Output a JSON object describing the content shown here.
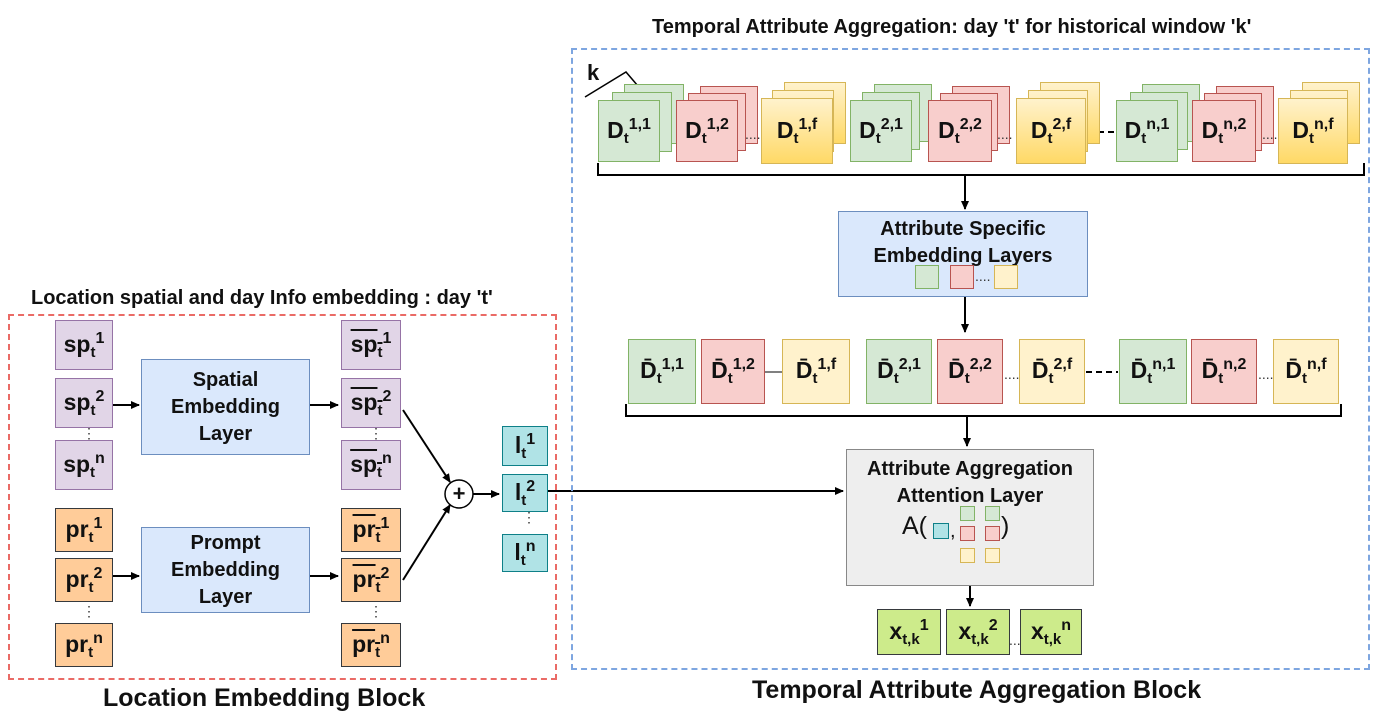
{
  "colors": {
    "location_border": "#ea6b66",
    "temporal_border": "#7ea6e0",
    "spatial_token": "#e1d5e7",
    "prompt_token": "#ffcc99",
    "location_token": "#b0e3e6",
    "attr1": "#d5e8d4",
    "attr2": "#f8cecc",
    "attrf": "#fff2cc",
    "output_token": "#cdeb8b",
    "embed_layer": "#dae8fc"
  },
  "location_block": {
    "top_title": "Location spatial and day Info embedding : day 't'",
    "bottom_title": "Location Embedding Block",
    "spatial_layer": [
      "Spatial",
      "Embedding",
      "Layer"
    ],
    "prompt_layer": [
      "Prompt",
      "Embedding",
      "Layer"
    ],
    "sp_base": "sp",
    "pr_base": "pr",
    "l_base": "l",
    "sub_t": "t",
    "sup_1": "1",
    "sup_2": "2",
    "sup_n": "n",
    "plus": "+"
  },
  "temporal_block": {
    "top_title": "Temporal Attribute Aggregation: day 't' for historical window 'k'",
    "bottom_title": "Temporal Attribute Aggregation Block",
    "window_label": "k",
    "d_base": "D",
    "dbar_base": "D̄",
    "sub_t": "t",
    "sup_11": "1,1",
    "sup_12": "1,2",
    "sup_1f": "1,f",
    "sup_21": "2,1",
    "sup_22": "2,2",
    "sup_2f": "2,f",
    "sup_n1": "n,1",
    "sup_n2": "n,2",
    "sup_nf": "n,f",
    "embedding_layers": [
      "Attribute Specific",
      "Embedding Layers"
    ],
    "attention_layer": [
      "Attribute Aggregation",
      "Attention Layer"
    ],
    "attention_formula_open": "A(",
    "attention_formula_close": ")",
    "x_base": "x",
    "x_sub": "t,k"
  }
}
